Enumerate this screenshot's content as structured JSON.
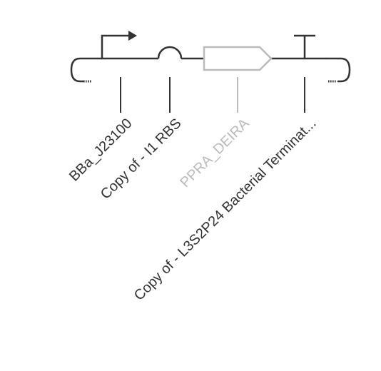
{
  "colors": {
    "backbone": "#333333",
    "part": "#333333",
    "dimmed_part": "#bbbbbb",
    "label": "#333333",
    "dimmed_label": "#bbbbbb",
    "background": "#ffffff"
  },
  "parts": [
    {
      "type": "promoter",
      "icon": "promoter-arrow-icon",
      "label": "BBa_J23100",
      "dimmed": false
    },
    {
      "type": "rbs",
      "icon": "rbs-half-circle-icon",
      "label": "Copy of - I1 RBS",
      "dimmed": false
    },
    {
      "type": "cds",
      "icon": "cds-arrow-box-icon",
      "label": "PPRA_DEIRA",
      "dimmed": true
    },
    {
      "type": "terminator",
      "icon": "terminator-t-icon",
      "label": "Copy of - L3S2P24 Bacterial Terminat...",
      "dimmed": false
    }
  ]
}
